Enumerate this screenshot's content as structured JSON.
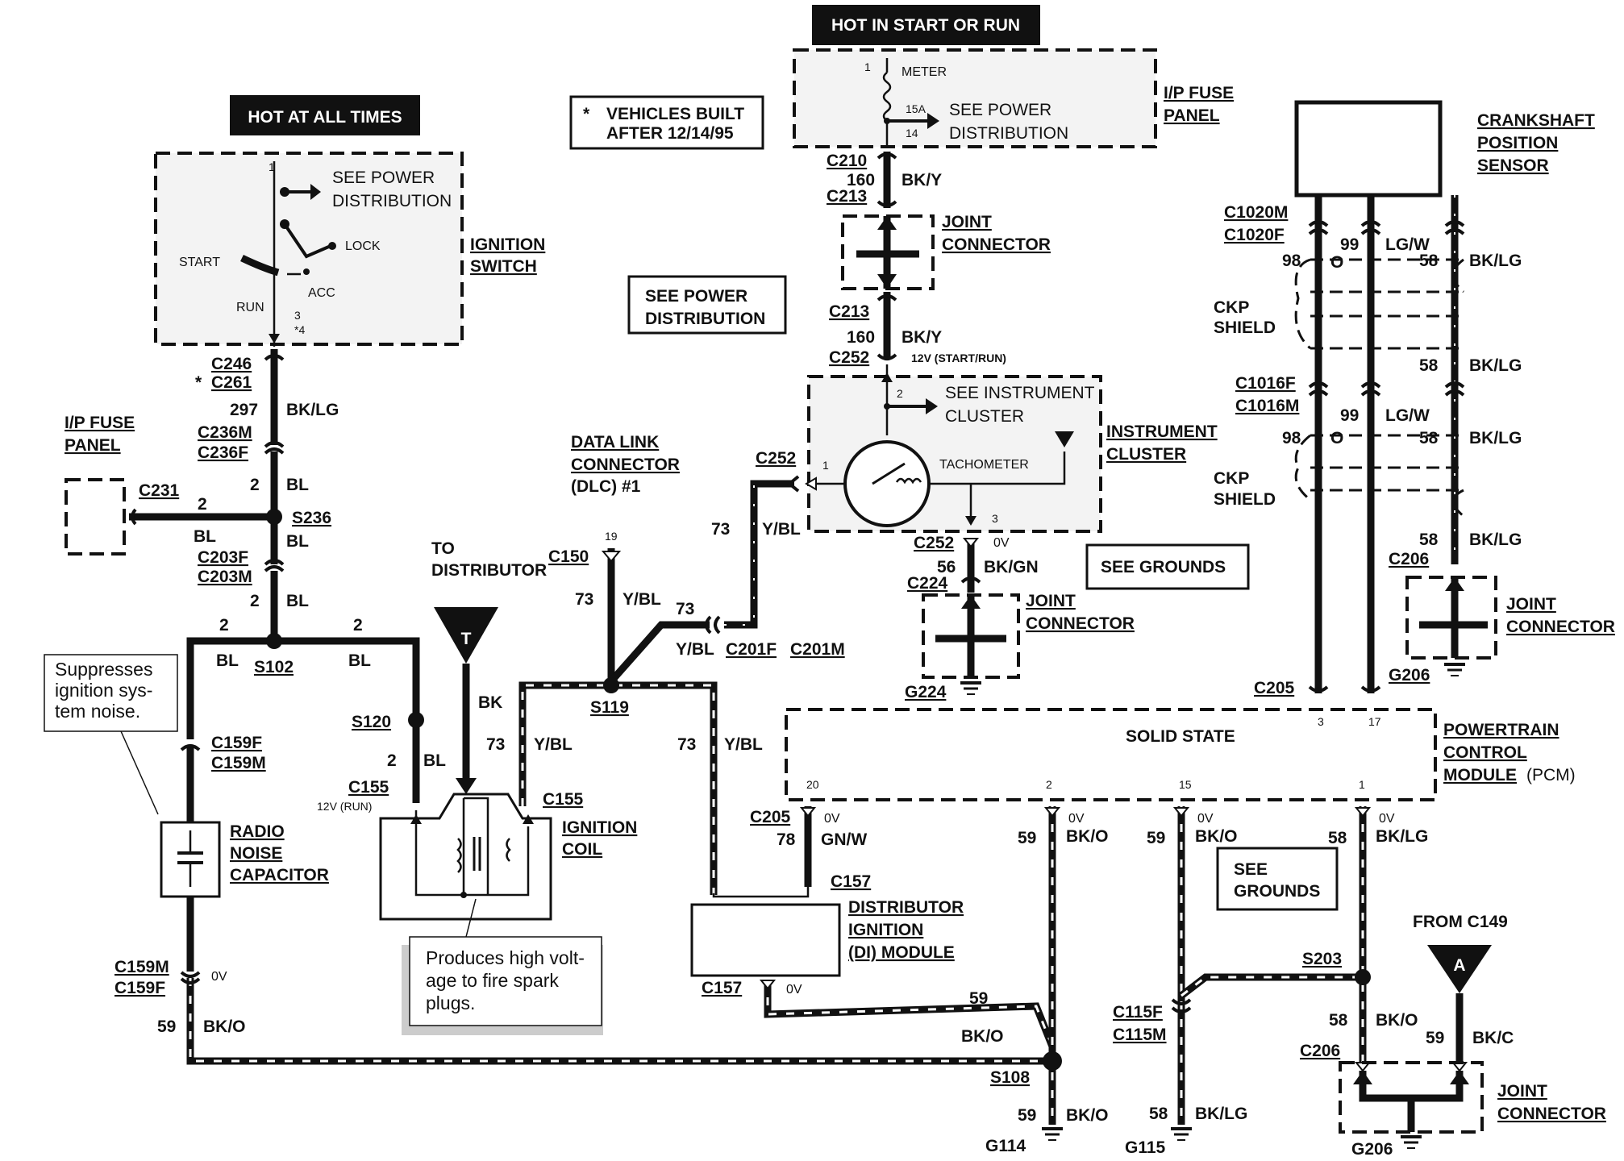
{
  "headers": {
    "hot_at_all_times": "HOT AT ALL TIMES",
    "hot_in_start_or_run": "HOT IN START OR RUN"
  },
  "notes": {
    "vehicles_line1": "VEHICLES BUILT",
    "vehicles_line2": "AFTER 12/14/95",
    "vehicles_star": "*",
    "see_power_1": "SEE POWER",
    "see_power_2": "DISTRIBUTION",
    "see_grounds_1": "SEE GROUNDS",
    "see_grounds_2a": "SEE",
    "see_grounds_2b": "GROUNDS"
  },
  "callouts": {
    "suppress_1": "Suppresses",
    "suppress_2": "ignition sys-",
    "suppress_3": "tem noise.",
    "produces_1": "Produces high volt-",
    "produces_2": "age to fire spark",
    "produces_3": "plugs."
  },
  "components": {
    "ignition_switch_1": "IGNITION",
    "ignition_switch_2": "SWITCH",
    "ip_fuse_panel_1": "I/P FUSE",
    "ip_fuse_panel_2": "PANEL",
    "joint_1": "JOINT",
    "joint_2": "CONNECTOR",
    "crank_1": "CRANKSHAFT",
    "crank_2": "POSITION",
    "crank_3": "SENSOR",
    "instrument_1": "INSTRUMENT",
    "instrument_2": "CLUSTER",
    "dlc_1": "DATA LINK",
    "dlc_2": "CONNECTOR",
    "dlc_3": "(DLC) #1",
    "radio_1": "RADIO",
    "radio_2": "NOISE",
    "radio_3": "CAPACITOR",
    "coil_1": "IGNITION",
    "coil_2": "COIL",
    "pcm_1": "POWERTRAIN",
    "pcm_2": "CONTROL",
    "pcm_3": "MODULE",
    "pcm_4": "(PCM)",
    "solid_state": "SOLID STATE",
    "di_1": "DISTRIBUTOR",
    "di_2": "IGNITION",
    "di_3": "(DI) MODULE",
    "to_dist_1": "TO",
    "to_dist_2": "DISTRIBUTOR",
    "from_c149": "FROM C149",
    "ckp_1": "CKP",
    "ckp_2": "SHIELD"
  },
  "switch_labels": {
    "see_power": "SEE POWER",
    "distribution": "DISTRIBUTION",
    "start": "START",
    "lock": "LOCK",
    "acc": "ACC",
    "run": "RUN",
    "pin1": "1",
    "pin3": "3",
    "pin4": "*4"
  },
  "fuse_labels": {
    "meter": "METER",
    "f15a": "15A",
    "pin1": "1",
    "pin14": "14",
    "see_power": "SEE POWER",
    "distribution": "DISTRIBUTION"
  },
  "cluster_labels": {
    "see_inst": "SEE INSTRUMENT",
    "cluster": "CLUSTER",
    "tach": "TACHOMETER",
    "pin1": "1",
    "pin2": "2",
    "pin3": "3",
    "v12": "12V (START/RUN)"
  },
  "connectors": {
    "c246": "C246",
    "c261": "C261",
    "c236m": "C236M",
    "c236f": "C236F",
    "c231": "C231",
    "s236": "S236",
    "c203f": "C203F",
    "c203m": "C203M",
    "s102": "S102",
    "s120": "S120",
    "c155a": "C155",
    "c155b": "C155",
    "v12run": "12V (RUN)",
    "c159f": "C159F",
    "c159m": "C159M",
    "c159m2": "C159M",
    "c159f2": "C159F",
    "c150": "C150",
    "s119": "S119",
    "c201f": "C201F",
    "c201m": "C201M",
    "c252a": "C252",
    "c252b": "C252",
    "c252c": "C252",
    "c210": "C210",
    "c213a": "C213",
    "c213b": "C213",
    "c224": "C224",
    "g224": "G224",
    "c205a": "C205",
    "c205b": "C205",
    "c157a": "C157",
    "c157b": "C157",
    "s108": "S108",
    "g114": "G114",
    "c115f": "C115F",
    "c115m": "C115M",
    "g115": "G115",
    "s203": "S203",
    "c206a": "C206",
    "c206b": "C206",
    "g206a": "G206",
    "g206b": "G206",
    "c1020m": "C1020M",
    "c1020f": "C1020F",
    "c1016f": "C1016F",
    "c1016m": "C1016M",
    "pin19": "19",
    "ov": "0V",
    "star": "*"
  },
  "wires": {
    "w297": "297",
    "bklg": "BK/LG",
    "w2": "2",
    "bl": "BL",
    "w73": "73",
    "ybl": "Y/BL",
    "bk": "BK",
    "w59": "59",
    "bko": "BK/O",
    "bkc": "BK/C",
    "w160": "160",
    "bky": "BK/Y",
    "w56": "56",
    "bkgn": "BK/GN",
    "w78": "78",
    "gnw": "GN/W",
    "w58": "58",
    "w98": "98",
    "w99": "99",
    "o": "O",
    "lgw": "LG/W"
  },
  "pcm_pins": {
    "p20": "20",
    "p2": "2",
    "p15": "15",
    "p1": "1",
    "p3": "3",
    "p17": "17"
  },
  "markers": {
    "t": "T",
    "a": "A"
  }
}
